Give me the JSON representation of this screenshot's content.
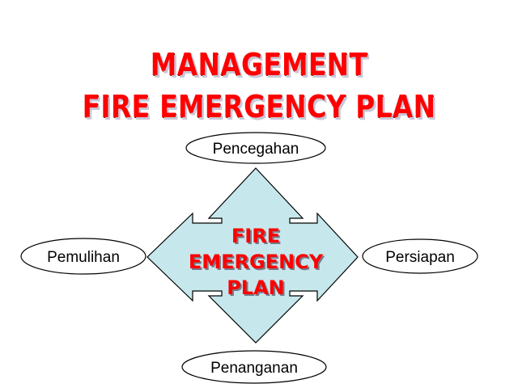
{
  "title": {
    "line1": "MANAGEMENT",
    "line2": "FIRE EMERGENCY PLAN"
  },
  "center": {
    "line1": "FIRE",
    "line2": "EMERGENCY",
    "line3": "PLAN"
  },
  "nodes": {
    "top": "Pencegahan",
    "left": "Pemulihan",
    "right": "Persiapan",
    "bottom": "Penanganan"
  },
  "colors": {
    "title": "#ff0000",
    "arrow_fill": "#c6e8ec",
    "outline": "#000000"
  }
}
